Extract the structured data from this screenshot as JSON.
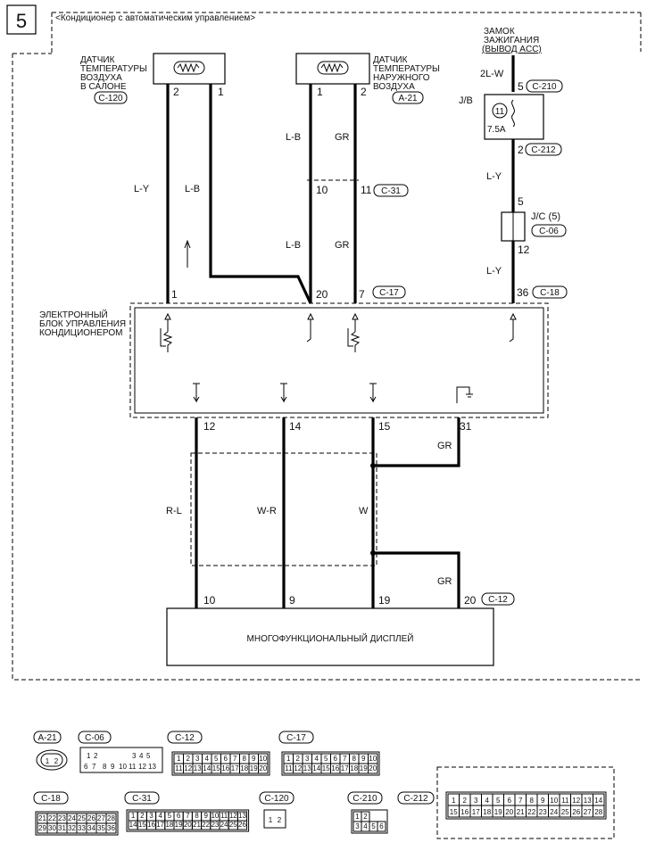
{
  "page_number": "5",
  "header_title": "<Кондиционер с автоматическим управлением>",
  "sensors": {
    "cabin": {
      "lines": [
        "ДАТЧИК",
        "ТЕМПЕРАТУРЫ",
        "ВОЗДУХА",
        "В САЛОНЕ"
      ],
      "connector": "C-120",
      "pins": [
        "2",
        "1"
      ]
    },
    "outside": {
      "lines": [
        "ДАТЧИК",
        "ТЕМПЕРАТУРЫ",
        "НАРУЖНОГО",
        "ВОЗДУХА"
      ],
      "connector": "A-21",
      "pins": [
        "1",
        "2"
      ]
    }
  },
  "ignition": {
    "lines": [
      "ЗАМОК",
      "ЗАЖИГАНИЯ",
      "(ВЫВОД ACC)"
    ],
    "wire_top": "2L-W",
    "jb_label": "J/B",
    "fuse_number": "11",
    "fuse_rating": "7.5A",
    "pin_top": "5",
    "conn_top": "C-210",
    "pin_bottom": "2",
    "conn_bottom": "C-212",
    "wire_mid": "L-Y",
    "jc_pin_top": "5",
    "jc_label": "J/C (5)",
    "jc_connector": "C-06",
    "jc_pin_bottom": "12",
    "wire_low": "L-Y",
    "ecu_pin": "36",
    "ecu_conn": "C-18"
  },
  "wires": {
    "cabin_left": "L-Y",
    "cabin_right": "L-B",
    "outside_left_top": "L-B",
    "outside_right_top": "GR",
    "outside_left_bottom": "L-B",
    "outside_right_bottom": "GR",
    "joint_pin_left": "10",
    "joint_pin_right": "11",
    "joint_conn": "C-31"
  },
  "ecu": {
    "lines": [
      "ЭЛЕКТРОННЫЙ",
      "БЛОК УПРАВЛЕНИЯ",
      "КОНДИЦИОНЕРОМ"
    ],
    "top_pins": [
      "1",
      "20",
      "7"
    ],
    "top_conn": "C-17",
    "bottom_pins": [
      "12",
      "14",
      "15",
      "31"
    ]
  },
  "display_wires": {
    "w12": "R-L",
    "w14": "W-R",
    "w15": "W",
    "w31": "GR",
    "w20": "GR"
  },
  "display": {
    "label": "МНОГОФУНКЦИОНАЛЬНЫЙ ДИСПЛЕЙ",
    "pins": [
      "10",
      "9",
      "19",
      "20"
    ],
    "conn": "C-12"
  },
  "connector_legend": {
    "a21": {
      "name": "A-21",
      "pins": [
        "1",
        "2"
      ]
    },
    "c06": {
      "name": "C-06",
      "row1": [
        "1",
        "2",
        "3",
        "4",
        "5"
      ],
      "row2": [
        "6",
        "7",
        "8",
        "9",
        "10",
        "11",
        "12",
        "13"
      ]
    },
    "c12": {
      "name": "C-12",
      "row1": [
        "1",
        "2",
        "3",
        "4",
        "5",
        "6",
        "7",
        "8",
        "9",
        "10"
      ],
      "row2": [
        "11",
        "12",
        "13",
        "14",
        "15",
        "16",
        "17",
        "18",
        "19",
        "20"
      ]
    },
    "c17": {
      "name": "C-17",
      "row1": [
        "1",
        "2",
        "3",
        "4",
        "5",
        "6",
        "7",
        "8",
        "9",
        "10"
      ],
      "row2": [
        "11",
        "12",
        "13",
        "14",
        "15",
        "16",
        "17",
        "18",
        "19",
        "20"
      ]
    },
    "c18": {
      "name": "C-18",
      "row1": [
        "21",
        "22",
        "23",
        "24",
        "25",
        "26",
        "27",
        "28"
      ],
      "row2": [
        "29",
        "30",
        "31",
        "32",
        "33",
        "34",
        "35",
        "36"
      ]
    },
    "c31": {
      "name": "C-31",
      "row1": [
        "1",
        "2",
        "3",
        "4",
        "5",
        "6",
        "7",
        "8",
        "9",
        "10",
        "11",
        "12",
        "13"
      ],
      "row2": [
        "14",
        "15",
        "16",
        "17",
        "18",
        "19",
        "20",
        "21",
        "22",
        "23",
        "24",
        "25",
        "26"
      ]
    },
    "c120": {
      "name": "C-120",
      "pins": [
        "1",
        "2"
      ]
    },
    "c210": {
      "name": "C-210",
      "row1": [
        "1",
        "2"
      ],
      "row2": [
        "3",
        "4",
        "5",
        "6"
      ]
    },
    "c212": {
      "name": "C-212",
      "row1": [
        "1",
        "2",
        "3",
        "4",
        "5",
        "6",
        "7",
        "8",
        "9",
        "10",
        "11",
        "12",
        "13",
        "14"
      ],
      "row2": [
        "15",
        "16",
        "17",
        "18",
        "19",
        "20",
        "21",
        "22",
        "23",
        "24",
        "25",
        "26",
        "27",
        "28"
      ]
    }
  }
}
